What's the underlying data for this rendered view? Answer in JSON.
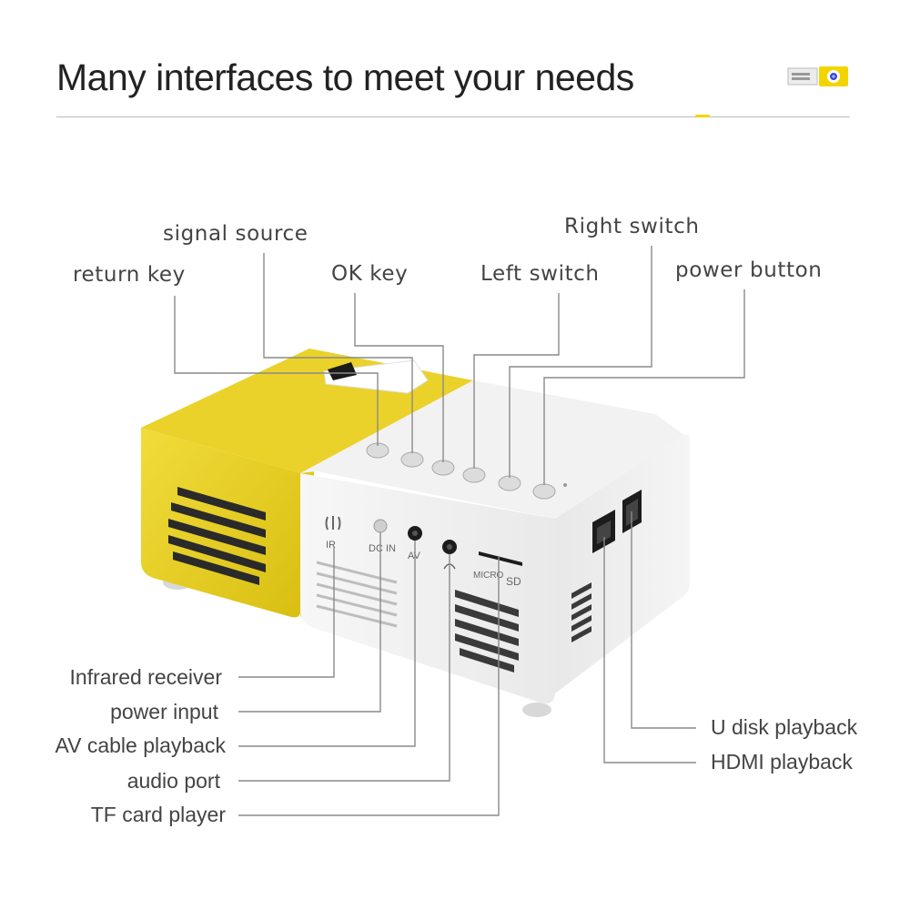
{
  "header": {
    "title": "Many interfaces to meet your needs"
  },
  "colors": {
    "accent_yellow": "#f2d500",
    "projector_yellow": "#e8d21a",
    "body_white": "#f4f4f4",
    "line_gray": "#8a8a8a"
  },
  "callouts": {
    "top": {
      "signal_source": "signal source",
      "return_key": "return key",
      "ok_key": "OK key",
      "left_switch": "Left switch",
      "right_switch": "Right switch",
      "power_button": "power button"
    },
    "left": {
      "infrared_receiver": "Infrared receiver",
      "power_input": "power input",
      "av_cable_playback": "AV cable playback",
      "audio_port": "audio port",
      "tf_card_player": "TF card player"
    },
    "right": {
      "u_disk_playback": "U disk playback",
      "hdmi_playback": "HDMI playback"
    }
  },
  "device_labels": {
    "ir": "IR",
    "dc_in": "DC IN",
    "av": "AV",
    "micro": "MICRO",
    "sd": "SD"
  }
}
